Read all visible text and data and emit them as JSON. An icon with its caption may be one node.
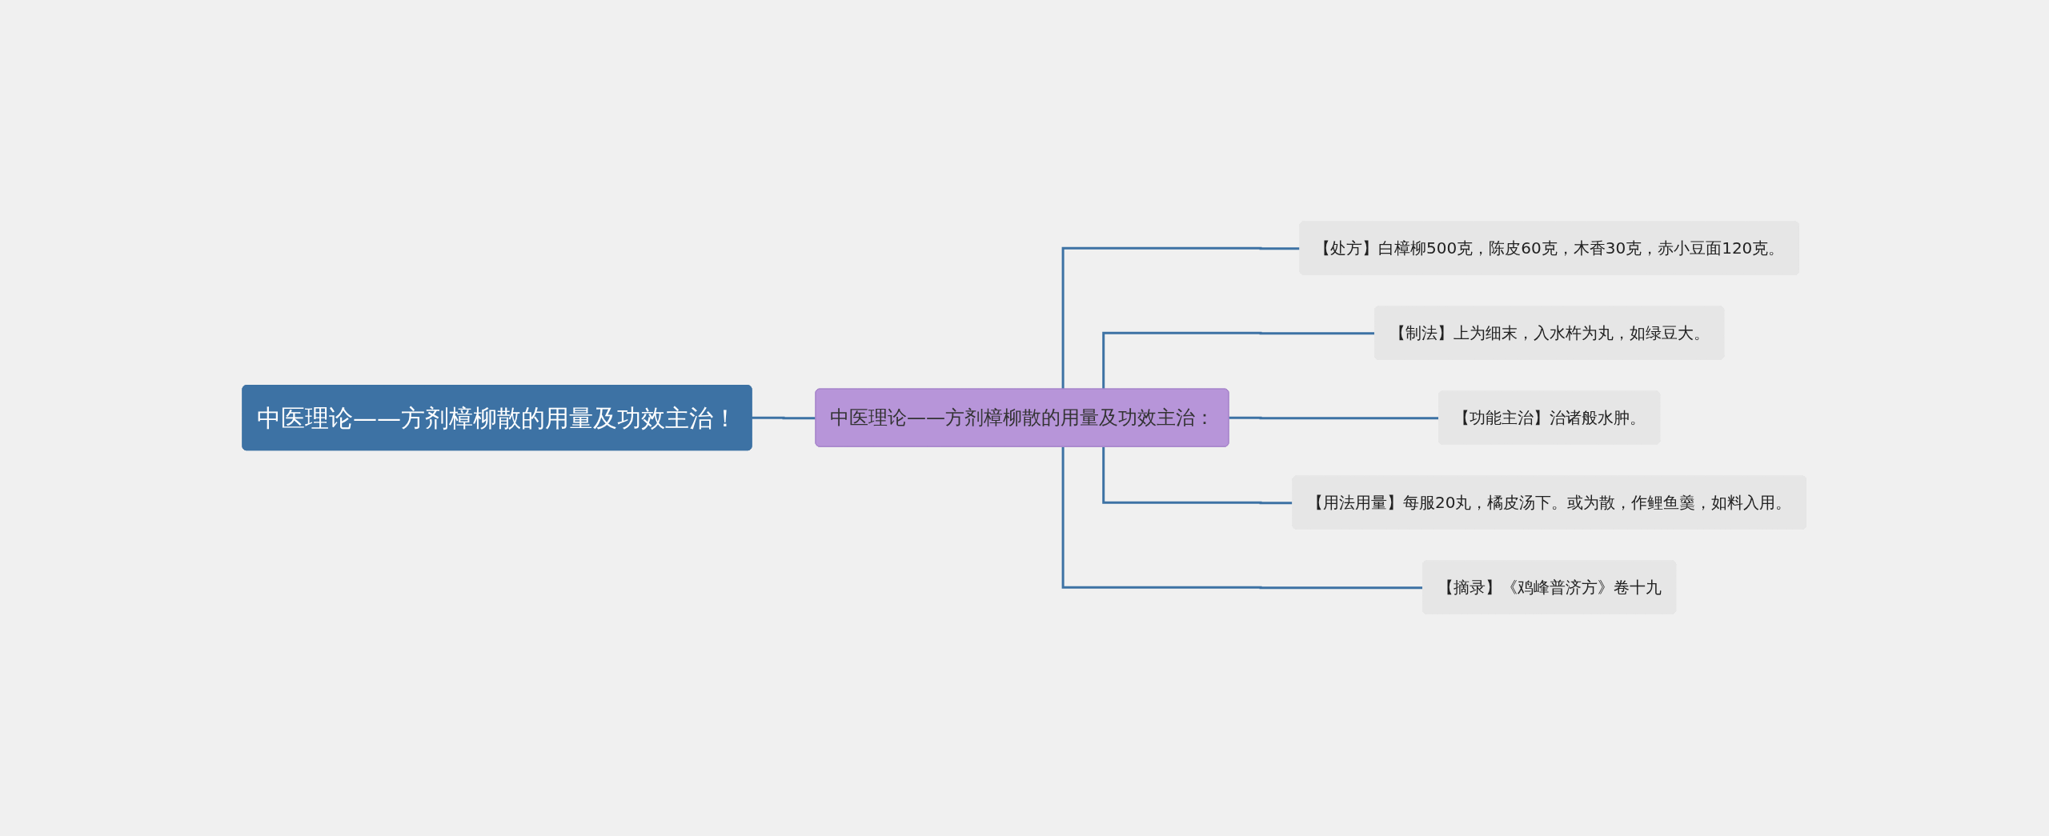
{
  "diagram": {
    "nodes": [
      {
        "text": [
          "中医理论——方剂樟柳散的用量及功效主治！"
        ]
      },
      {
        "text": [
          "中医理论——方剂樟柳散的用量及功效主治："
        ]
      },
      {
        "text": [
          "【处方】白樟柳500克，陈皮60克，木香30克，赤小豆面120克。"
        ]
      },
      {
        "text": [
          "【制法】上为细末，入水杵为丸，如绿豆大。"
        ]
      },
      {
        "text": [
          "【功能主治】治诸般水肿。"
        ]
      },
      {
        "text": [
          "【用法用量】每服20丸，橘皮汤下。或为散，作鲤鱼羹，如料入用。"
        ]
      },
      {
        "text": [
          "【摘录】《鸡峰普济方》卷十九"
        ]
      }
    ],
    "edges": [
      {
        "from": 0,
        "to": 1,
        "arrow": "none"
      },
      {
        "from": 1,
        "to": 2,
        "arrow": "none"
      },
      {
        "from": 1,
        "to": 3,
        "arrow": "none"
      },
      {
        "from": 1,
        "to": 4,
        "arrow": "none"
      },
      {
        "from": 1,
        "to": 5,
        "arrow": "none"
      },
      {
        "from": 1,
        "to": 6,
        "arrow": "none"
      }
    ]
  }
}
